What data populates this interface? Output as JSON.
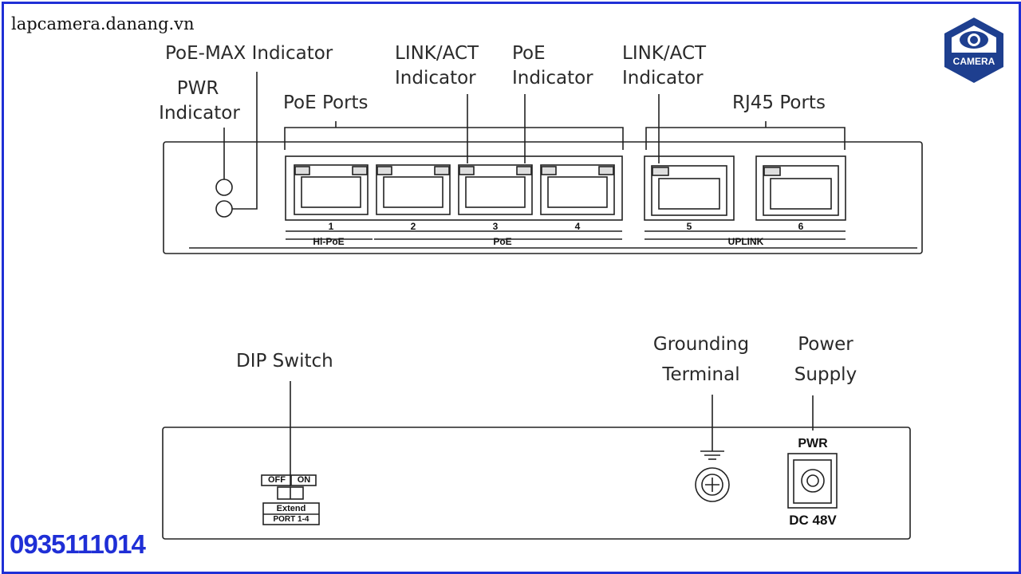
{
  "watermark": {
    "site": "lapcamera.danang.vn",
    "phone": "0935111014",
    "logo_text": "CAMERA"
  },
  "front_panel": {
    "callouts": {
      "poe_max": "PoE-MAX Indicator",
      "pwr_line1": "PWR",
      "pwr_line2": "Indicator",
      "poe_ports": "PoE Ports",
      "link_act_line1": "LINK/ACT",
      "link_act_line2": "Indicator",
      "poe_ind_line1": "PoE",
      "poe_ind_line2": "Indicator",
      "link_act2_line1": "LINK/ACT",
      "link_act2_line2": "Indicator",
      "rj45_ports": "RJ45 Ports"
    },
    "port_numbers": [
      "1",
      "2",
      "3",
      "4",
      "5",
      "6"
    ],
    "group_labels": {
      "hi_poe": "Hi-PoE",
      "poe": "PoE",
      "uplink": "UPLINK"
    }
  },
  "rear_panel": {
    "callouts": {
      "dip_switch": "DIP Switch",
      "grounding_line1": "Grounding",
      "grounding_line2": "Terminal",
      "power_line1": "Power",
      "power_line2": "Supply"
    },
    "dip": {
      "off": "OFF",
      "on": "ON",
      "extend": "Extend",
      "ports": "PORT 1-4"
    },
    "pwr_label": "PWR",
    "dc_label": "DC 48V"
  },
  "colors": {
    "accent": "#1f2fd6",
    "line": "#222222",
    "logo_dark": "#1e3f8f"
  }
}
